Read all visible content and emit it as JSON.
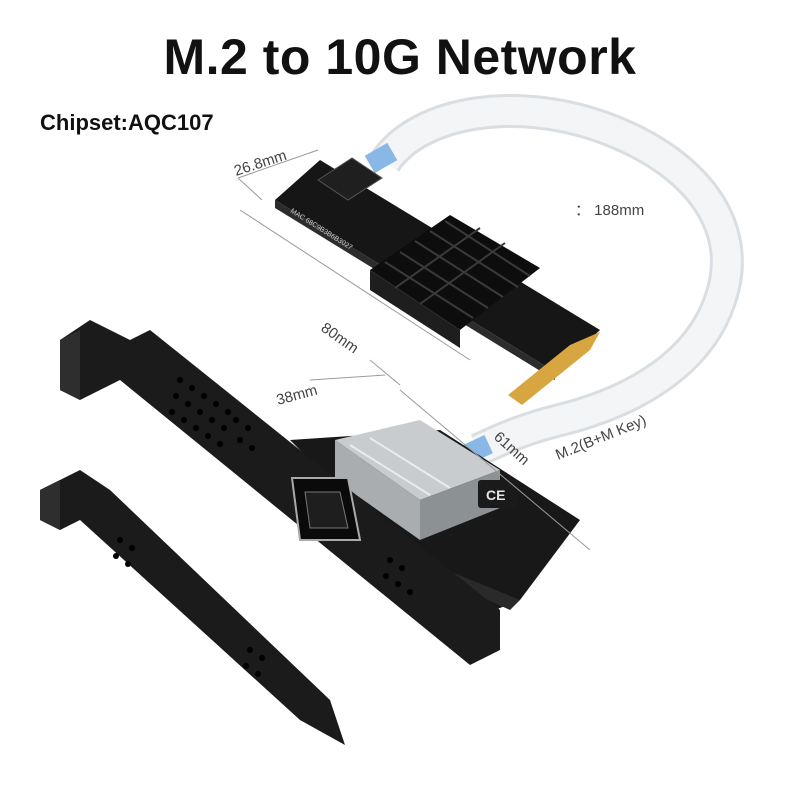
{
  "title": "M.2 to 10G Network",
  "chipset": "Chipset:AQC107",
  "dimensions": {
    "m2_width": "26.8mm",
    "m2_length": "80mm",
    "cable_length": "： 188mm",
    "card_height": "38mm",
    "card_length": "61mm",
    "m2_key": "M.2(B+M Key)"
  },
  "markings": {
    "ce": "CE",
    "module_serial": "MAC 68C9B3B6B3027"
  },
  "colors": {
    "pcb": "#161616",
    "bracket": "#1b1b1b",
    "heatsink": "#0d0d0d",
    "gold_finger": "#d8a640",
    "ribbon": "#ecf0f3",
    "ribbon_tip": "#8ab8e6",
    "dim_line": "#9a9a9a"
  }
}
